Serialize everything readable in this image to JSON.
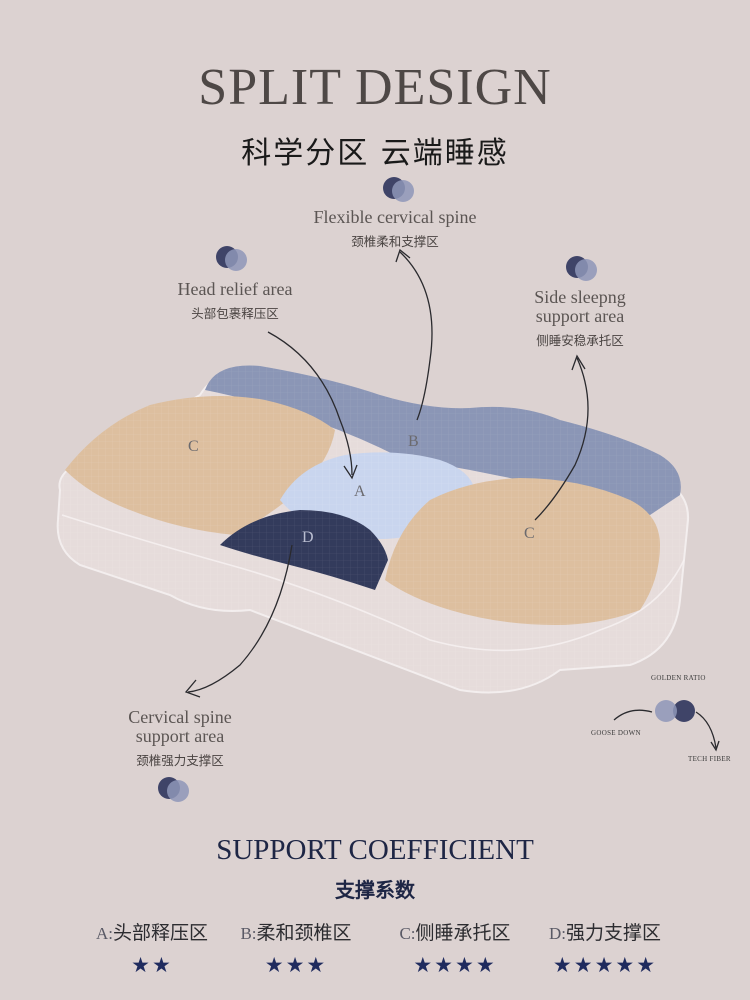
{
  "header": {
    "title": "SPLIT DESIGN",
    "subtitle": "科学分区 云端睡感"
  },
  "zones": {
    "flexible": {
      "en": "Flexible cervical spine",
      "zh": "颈椎柔和支撑区"
    },
    "head": {
      "en": "Head relief area",
      "zh": "头部包裹释压区"
    },
    "side": {
      "en_line1": "Side sleepng",
      "en_line2": "support area",
      "zh": "侧睡安稳承托区"
    },
    "cervical": {
      "en_line1": "Cervical spine",
      "en_line2": "support area",
      "zh": "颈椎强力支撑区"
    }
  },
  "pillow_letters": {
    "a": "A",
    "b": "B",
    "c": "C",
    "d": "D"
  },
  "materials": {
    "golden_ratio": "GOLDEN RATIO",
    "goose_down": "GOOSE DOWN",
    "tech_fiber": "TECH FIBER"
  },
  "support": {
    "title": "SUPPORT COEFFICIENT",
    "subtitle": "支撑系数",
    "ratings": [
      {
        "code": "A:",
        "label": "头部释压区",
        "stars": "★★",
        "value": 2
      },
      {
        "code": "B:",
        "label": "柔和颈椎区",
        "stars": "★★★",
        "value": 3
      },
      {
        "code": "C:",
        "label": "侧睡承托区",
        "stars": "★★★★",
        "value": 4
      },
      {
        "code": "D:",
        "label": "强力支撑区",
        "stars": "★★★★★",
        "value": 5
      }
    ]
  },
  "colors": {
    "background": "#dcd2d1",
    "zone_a": "#c9d5ee",
    "zone_b": "#8b96b6",
    "zone_c": "#ddbf9f",
    "zone_d": "#333b5c",
    "star": "#1f2b5e"
  }
}
